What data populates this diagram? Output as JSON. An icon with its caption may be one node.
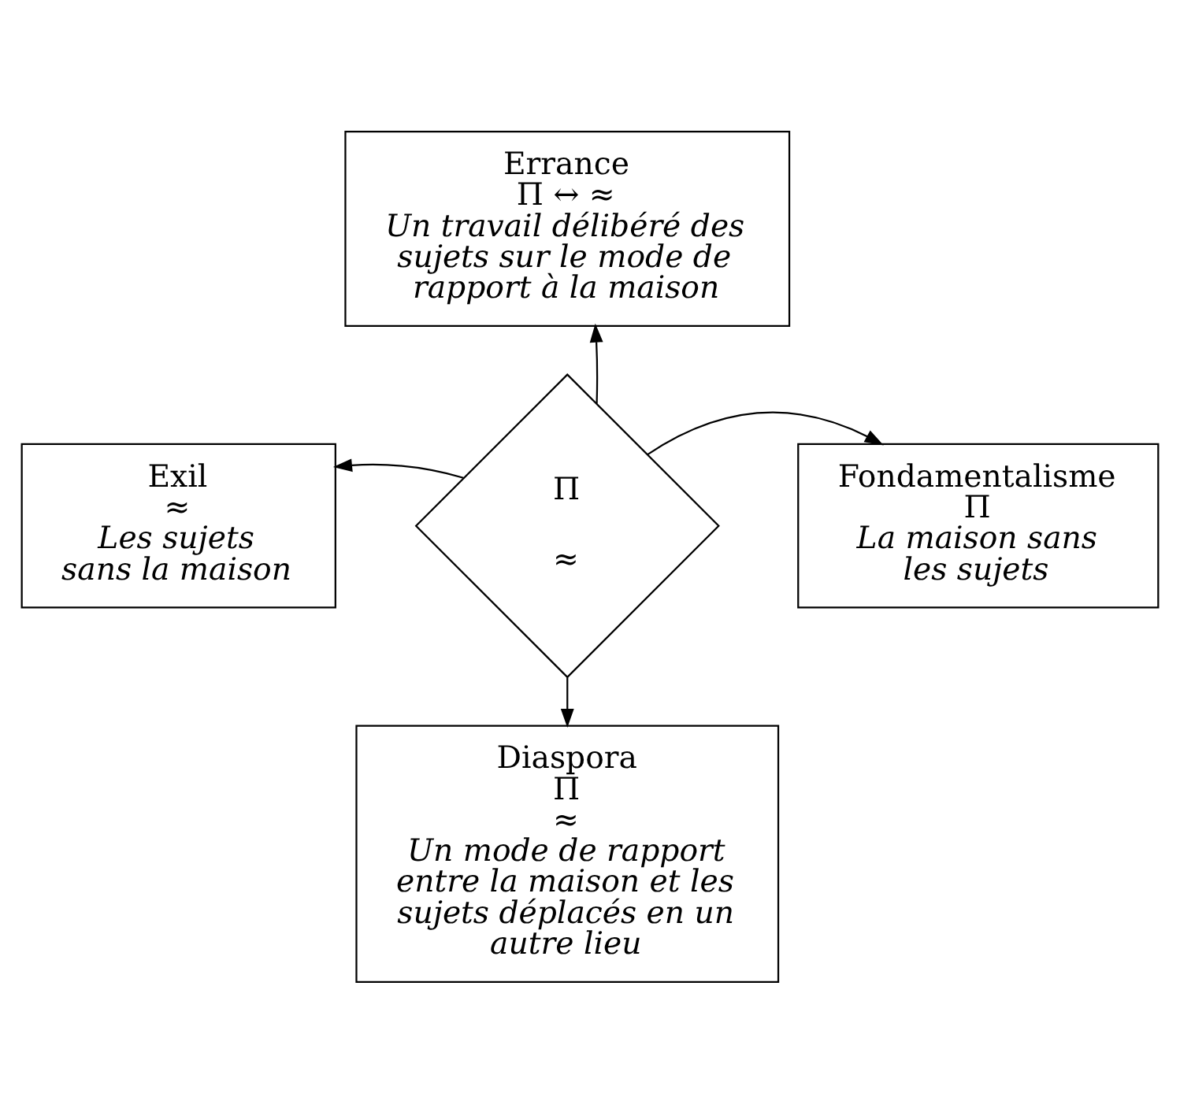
{
  "diagram": {
    "nodes": [
      {
        "text": [
          "Errance",
          "Π ↔ ≈",
          "Un travail délibéré des sujets sur le mode de rapport à la maison"
        ]
      },
      {
        "text": [
          "Exil",
          "≈",
          "Les sujets sans la maison"
        ]
      },
      {
        "text": [
          "Π ≈"
        ]
      },
      {
        "text": [
          "Fondamentalisme",
          "Π",
          "La maison sans les sujets"
        ]
      },
      {
        "text": [
          "Diaspora",
          "Π",
          "≈",
          "Un mode de rapport entre la maison et les sujets déplacés en un autre lieu"
        ]
      }
    ],
    "edges": [
      {
        "from": 2,
        "to": 0,
        "arrow": "to"
      },
      {
        "from": 2,
        "to": 1,
        "arrow": "to"
      },
      {
        "from": 2,
        "to": 3,
        "arrow": "to"
      },
      {
        "from": 2,
        "to": 4,
        "arrow": "to"
      }
    ]
  }
}
